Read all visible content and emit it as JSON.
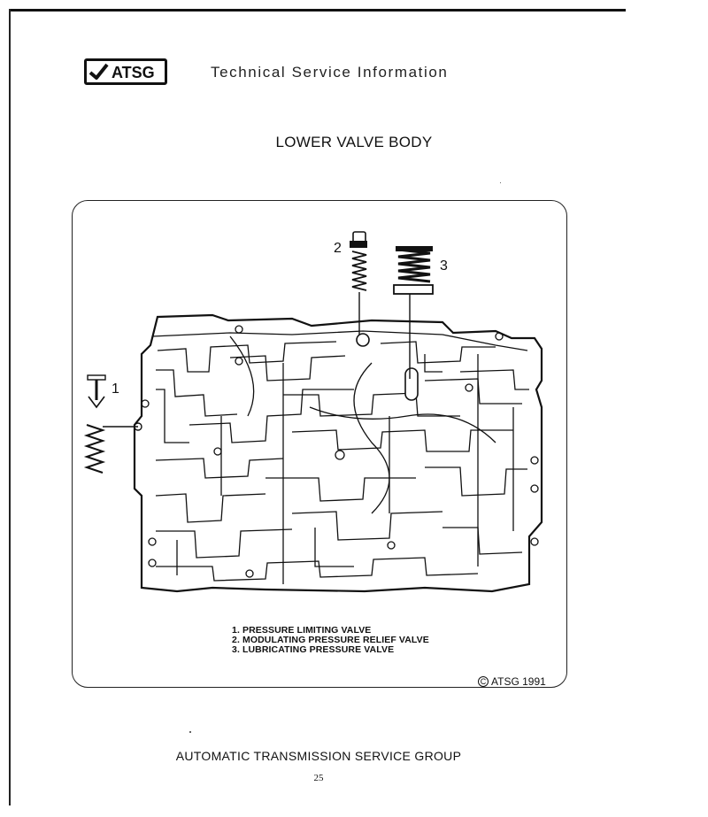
{
  "header": {
    "logo_text": "ATSG",
    "title": "Technical Service Information"
  },
  "section_title": "LOWER VALVE BODY",
  "diagram": {
    "callouts": [
      "1",
      "2",
      "3"
    ],
    "legend": [
      "1. PRESSURE LIMITING VALVE",
      "2. MODULATING PRESSURE RELIEF VALVE",
      "3. LUBRICATING PRESSURE VALVE"
    ],
    "copyright": "ATSG 1991"
  },
  "footer": {
    "organization": "AUTOMATIC TRANSMISSION SERVICE GROUP",
    "page_number": "25"
  }
}
